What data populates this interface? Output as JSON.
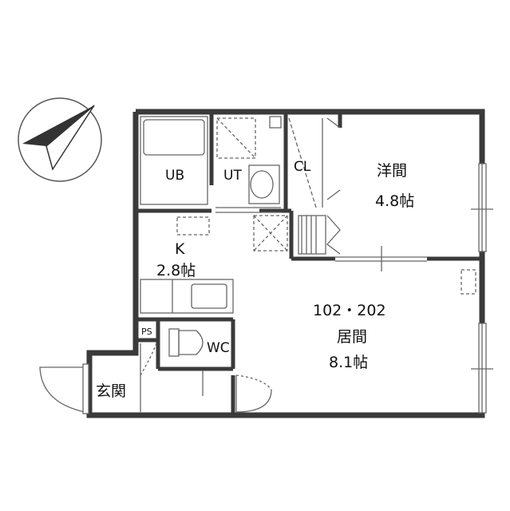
{
  "compass": {
    "icon": "north-arrow-icon"
  },
  "rooms": {
    "bath": {
      "label": "UB"
    },
    "utility": {
      "label": "UT"
    },
    "closet": {
      "label": "CL"
    },
    "western_room": {
      "label": "洋間",
      "size": "4.8帖"
    },
    "kitchen": {
      "label": "K",
      "size": "2.8帖"
    },
    "living": {
      "unit_numbers": "102・202",
      "label": "居間",
      "size": "8.1帖"
    },
    "pipe_space": {
      "label": "PS"
    },
    "toilet": {
      "label": "WC"
    },
    "entrance": {
      "label": "玄関"
    }
  },
  "colors": {
    "wall": "#3a3a3a",
    "line": "#555555",
    "thin": "#888888"
  }
}
